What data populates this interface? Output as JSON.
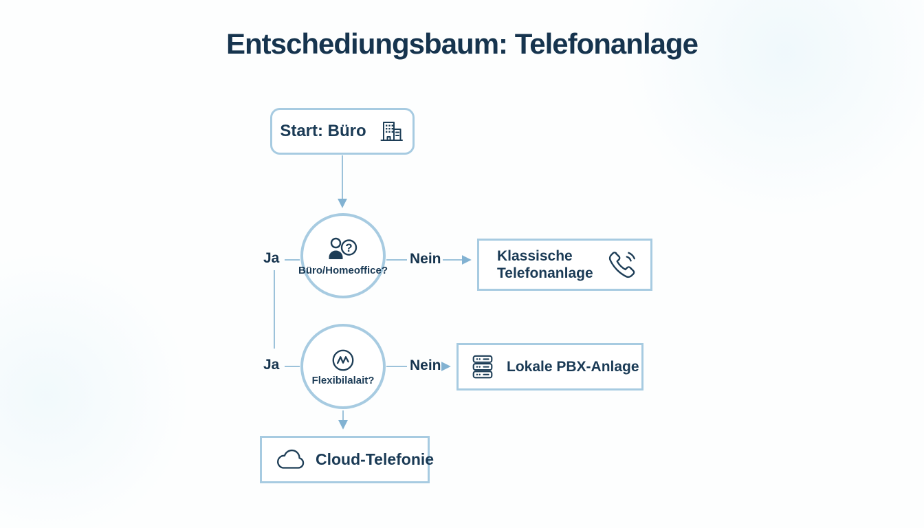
{
  "title": "Entschediungsbaum: Telefonanlage",
  "colors": {
    "text": "#1a3a55",
    "node_border": "#a7cbe1",
    "connector_line": "#9cc2da",
    "arrowhead": "#82b2d2",
    "background": "#fdfefe"
  },
  "nodes": {
    "start": {
      "label": "Start: Büro",
      "icon": "office-building-icon"
    },
    "decision_location": {
      "label": "Büro/Homeoffice?",
      "icon": "person-question-icon"
    },
    "decision_flexibility": {
      "label": "Flexibilalait?",
      "icon": "wave-circle-icon"
    },
    "outcome_classic": {
      "line1": "Klassische",
      "line2": "Telefonanlage",
      "icon": "phone-handset-icon"
    },
    "outcome_pbx": {
      "label": "Lokale PBX-Anlage",
      "icon": "server-rack-icon"
    },
    "outcome_cloud": {
      "label": "Cloud-Telefonie",
      "icon": "cloud-icon"
    }
  },
  "edges": {
    "location_yes": "Ja",
    "location_no": "Nein",
    "flexibility_yes": "Ja",
    "flexibility_no": "Nein"
  },
  "glyphs": {
    "question_mark": "?"
  }
}
